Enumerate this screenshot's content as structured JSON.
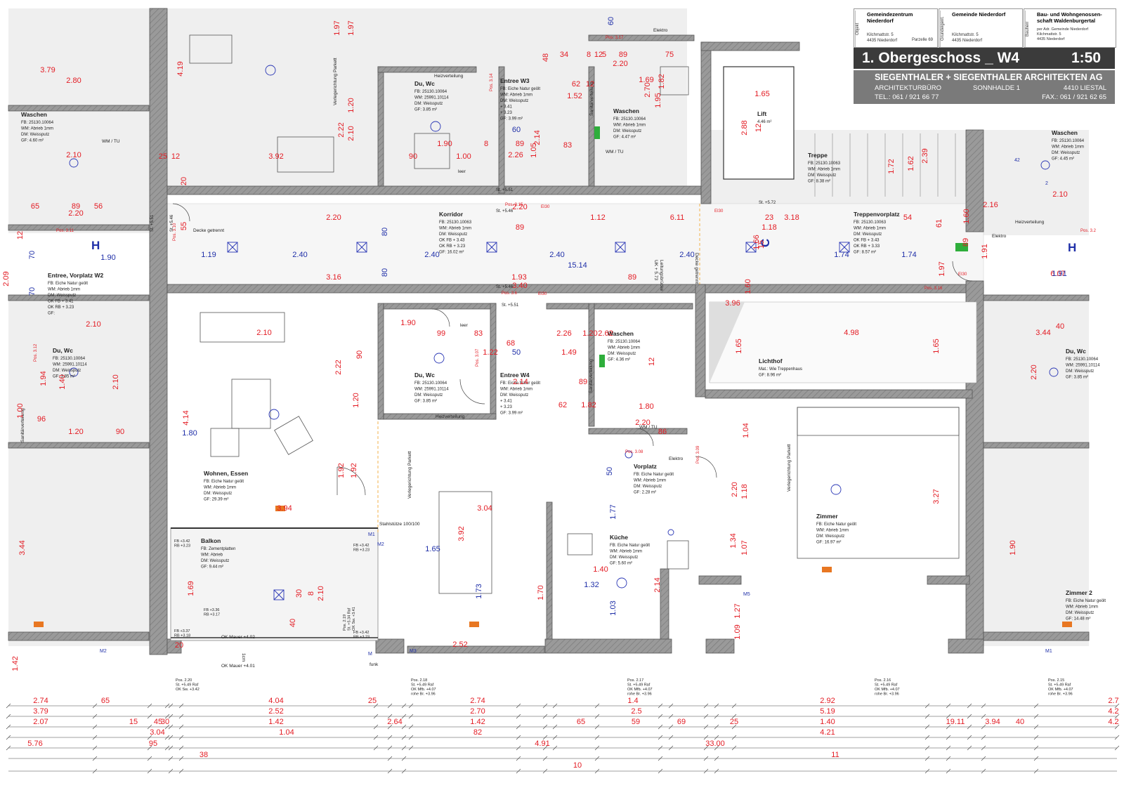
{
  "title_block": {
    "objekt_label": "Objekt",
    "objekt_name": "Gemeindezentrum\nNiederdorf",
    "objekt_address": "Kilchmattstr. 5\n4435 Niederdorf",
    "objekt_parcel": "Parzelle 69",
    "grundeigentuemer_label": "Grundeigent.",
    "grundeigentuemer_name": "Gemeinde Niederdorf",
    "grundeigentuemer_address": "Kilchmattstr. 5\n4435 Niederdorf",
    "bauherr_label": "Bauherr",
    "bauherr_name": "Bau- und Wohngenossen-\nschaft Waldenburgertal",
    "bauherr_address": "per Adr. Gemeinde Niederdorf\nKilchmattstr. 5\n4435 Niederdorf",
    "plan_title": "1. Obergeschoss _ W4",
    "scale": "1:50",
    "firm": "SIEGENTHALER + SIEGENTHALER ARCHITEKTEN AG",
    "firm_type": "ARCHITEKTURBÜRO",
    "firm_street": "SONNHALDE 1",
    "firm_city": "4410 LIESTAL",
    "firm_tel": "TEL.: 061 / 921 66 77",
    "firm_fax": "FAX.: 061 / 921 62 65"
  },
  "rooms": [
    {
      "name": "Wohnen, Essen",
      "fb": "FB:  Eiche Natur geölt",
      "wm": "WM:   Abrieb 1mm",
      "dm": "DM:       Weissputz",
      "gf": "GF:             29.39 m²"
    },
    {
      "name": "Korridor",
      "fb": "FB:   25130.10063",
      "wm": "WM:  Abrieb 1mm",
      "dm": "DM:     Weissputz",
      "ok1": "OK FB + 3.43",
      "ok2": "OK RB + 3.23",
      "gf": "GF:          16.02 m²"
    },
    {
      "name": "Treppenvorplatz",
      "fb": "FB:   25130.10063",
      "wm": "WM:  Abrieb 1mm",
      "dm": "DM:     Weissputz",
      "ok1": "OK FB + 3.43",
      "ok2": "OK RB + 3.33",
      "gf": "GF:          8.57 m²"
    },
    {
      "name": "Du, Wc",
      "fb": "FB:   25130.10064",
      "wm": "WM:  25991.10114",
      "dm": "DM:      Weissputz",
      "gf": "GF:           3.85 m²"
    },
    {
      "name": "Entree W4",
      "fb": "FB: Eiche Natur geölt",
      "wm": "WM:   Abrieb 1mm",
      "dm": "DM:       Weissputz",
      "ok1": "+ 3.41",
      "ok2": "+ 3.23",
      "gf": "GF:         3.99 m²"
    },
    {
      "name": "Waschen",
      "fb": "FB:  25130.10064",
      "wm": "WM: Abrieb 1mm",
      "dm": "DM:    Weissputz",
      "gf": "GF:         4.36 m²"
    },
    {
      "name": "Lichthof",
      "fb": "Mat.: Wie Treppenhaus",
      "gf": "GF:          8.96 m²"
    },
    {
      "name": "Vorplatz",
      "fb": "FB: Eiche Natur geölt",
      "wm": "WM:   Abrieb 1mm",
      "dm": "DM:      Weissputz",
      "gf": "GF:          2.28 m²"
    },
    {
      "name": "Küche",
      "fb": "FB: Eiche Natur geölt",
      "wm": "WM:   Abrieb 1mm",
      "dm": "DM:      Weissputz",
      "gf": "GF:          5.60 m²"
    },
    {
      "name": "Zimmer",
      "fb": "FB: Eiche Natur geölt",
      "wm": "WM:   Abrieb 1mm",
      "dm": "DM:      Weissputz",
      "gf": "GF:           16.97 m²"
    },
    {
      "name": "Balkon",
      "fb": "FB:  Zementplatten",
      "wm": "WM:       Abrieb",
      "dm": "DM:      Weissputz",
      "gf": "GF:         9.44 m²"
    },
    {
      "name": "Lift",
      "gf": "4.46 m²"
    },
    {
      "name": "Treppe",
      "fb": "FB:  25130.10063",
      "wm": "WM: Abrieb 1mm",
      "dm": "DM:    Weissputz",
      "gf": "GF:          8.38 m²"
    },
    {
      "name": "Entree W3",
      "fb": "FB: Eiche Natur geölt",
      "wm": "WM:   Abrieb 1mm",
      "dm": "DM:       Weissputz",
      "ok1": "+ 3.41",
      "ok2": "+ 3.23",
      "gf": "GF:         3.99 m²"
    },
    {
      "name": "Du, Wc",
      "fb": "FB:  25130.10064",
      "wm": "WM: 25991.10114",
      "dm": "DM:     Weissputz",
      "gf": "GF:          3.85 m²"
    },
    {
      "name": "Waschen",
      "fb": "FB:  25130.10064",
      "wm": "WM: Abrieb 1mm",
      "dm": "DM:    Weissputz",
      "gf": "GF:          4.47 m²"
    },
    {
      "name": "Waschen",
      "fb": "FB:  25130.10064",
      "wm": "WM: Abrieb 1mm",
      "dm": "DM:    Weissputz",
      "gf": "GF:          4.60 m²"
    },
    {
      "name": "Entree, Vorplatz W2",
      "fb": "FB:       Eiche Natur geölt",
      "wm": "WM:            Abrieb 1mm",
      "dm": "DM:            Weissputz",
      "ok1": "OK FB + 3.41",
      "ok2": "OK RB + 3.23",
      "gf": "GF:"
    },
    {
      "name": "Du, Wc",
      "fb": "FB:  25130.10064",
      "wm": "WM: 25991.10114",
      "dm": "DM:     Weissputz",
      "gf": "GF:          3.85 m²"
    },
    {
      "name": "Waschen",
      "fb": "FB:  25130.10064",
      "wm": "WM: Abrieb 1mm",
      "dm": "DM:    Weissputz",
      "gf": "GF:        4.45 m²"
    },
    {
      "name": "Du, Wc",
      "fb": "FB:  25130.10064",
      "wm": "WM: 25991.10114",
      "dm": "DM:     Weissputz",
      "gf": "GF:          3.85 m²"
    },
    {
      "name": "Zimmer 2",
      "fb": "FB: Eiche Natur geölt",
      "wm": "WM:   Abrieb 1mm",
      "dm": "DM:      Weissputz",
      "gf": "GF:          14.48 m²"
    }
  ],
  "notes": [
    "Verlegerichtung Parkett",
    "Verlegerichtung Parkett",
    "Verlegerichtung Parkett",
    "Decke getrennt",
    "Decke getrennt",
    "Leitungsbrücke\nUK + 5.73",
    "Stahlstütze 100/100",
    "OK Mauer +4.02",
    "OK Mauer +4.01",
    "Heizverteilung",
    "Heizverteilung",
    "Heizverteilung",
    "Sanitärverteilung",
    "Sanitärverteilung",
    "Sanitärverteilung",
    "Elektro",
    "Elektro",
    "Elektro",
    "WM / TU",
    "WM / TU",
    "WM / TU",
    "leer",
    "leer",
    "funk",
    "1cm"
  ],
  "positions": [
    "Pos. 3.17",
    "Pos. 3.15",
    "Pos. 3.6",
    "Pos. 3.16",
    "Pos. 3.07",
    "Pos. 3.08",
    "Pos. 3.09",
    "Pos. 3.11",
    "Pos. 3.12",
    "Pos. 3.2",
    "Pos. 3.10",
    "Pos. 3.14"
  ],
  "levels": [
    "St. +5.51",
    "St. +5.46",
    "St. +5.46",
    "St. +5.51",
    "St. +5.72",
    "St. +5.51",
    "St. +5.46"
  ],
  "markers": [
    "H",
    "H",
    "C",
    "M1",
    "M2",
    "M3",
    "M5",
    "M2",
    "M1",
    "M",
    "2",
    "42",
    "EI30",
    "EI30",
    "EI30",
    "EI30"
  ],
  "balcony_levels": [
    "FB +3.42\nRB +3.23",
    "FB +3.42\nRB +3.23",
    "FB +3.36\nRB +3.17",
    "FB +3.37\nRB +3.18",
    "FB +3.42\nRB +3.23",
    "Pos. 2.19\nSt. +5.34 Raf\nOK Sw. +3.41"
  ],
  "window_positions": [
    "Pos. 2.20\nSt. +5.49  Raf\nOK Sw. +3.42",
    "Pos. 2.18\nSt. +5.49  Raf\nOK Mfb. +4.07\nrohe Br. +3.96",
    "Pos. 2.17\nSt. +5.49  Raf\nOK Mfb. +4.07\nrohe Br. +3.96",
    "Pos. 2.16\nSt. +5.49  Raf\nOK Mfb. +4.07\nrohe Br. +3.96",
    "Pos. 2.15\nSt. +5.49  Raf\nOK Mfb. +4.07\nrohe Br. +3.96"
  ],
  "dimensions_red": [
    "2.80",
    "3.79",
    "3.92",
    "4.19",
    "2.10",
    "2.20",
    "65",
    "89",
    "56",
    "12",
    "20",
    "55",
    "25",
    "12",
    "1.97",
    "1.97",
    "2.22",
    "2.10",
    "1.20",
    "90",
    "1.00",
    "1.90",
    "8",
    "89",
    "2.26",
    "1.05",
    "2.14",
    "83",
    "12",
    "48",
    "34",
    "8",
    "12",
    "5",
    "89",
    "2.20",
    "75",
    "1.95",
    "1.65",
    "2.70",
    "2.88",
    "12",
    "1.69",
    "1.82",
    "62",
    "1.52",
    "1.72",
    "1.62",
    "2.39",
    "1.18",
    "23",
    "3.18",
    "54",
    "61",
    "1.60",
    "89",
    "1.97",
    "2.10",
    "40",
    "2.16",
    "1.91",
    "6.07",
    "2.20",
    "89",
    "1.93",
    "1.12",
    "6.11",
    "3.16",
    "89",
    "2.20",
    "3.40",
    "1.60",
    "1.66",
    "15",
    "3.96",
    "2.10",
    "90",
    "1.90",
    "99",
    "83",
    "2.26",
    "68",
    "1.22",
    "1.49",
    "2.62",
    "12",
    "1.20",
    "89",
    "2.14",
    "1.82",
    "62",
    "1.80",
    "2.20",
    "86",
    "4.98",
    "1.65",
    "1.65",
    "4.14",
    "2.22",
    "1.20",
    "1.92",
    "1.92",
    "3.94",
    "3.04",
    "3.92",
    "1.70",
    "1.40",
    "2.14",
    "1.04",
    "2.20",
    "1.18",
    "3.27",
    "1.34",
    "1.07",
    "1.27",
    "1.09",
    "3.44",
    "1.20",
    "96",
    "90",
    "2.10",
    "1.94",
    "1.40",
    "2.10",
    "1.00",
    "2.09",
    "3.44",
    "2.20",
    "1.90",
    "1.69",
    "2.10",
    "8",
    "30",
    "40",
    "20",
    "2.52",
    "1.42",
    "2.74",
    "3.79",
    "2.07",
    "4.04",
    "2.52",
    "1.42",
    "2.74",
    "2.70",
    "1.42",
    "2.92",
    "5.19",
    "1.40",
    "4.21",
    "19.11",
    "5.76",
    "38",
    "4.91",
    "33.00",
    "11",
    "10",
    "65",
    "25",
    "15",
    "45",
    "30",
    "95",
    "2.64",
    "65",
    "59",
    "69",
    "25",
    "40",
    "3.94",
    "3.04",
    "1.04",
    "82",
    "2.5",
    "1.4",
    "2.7",
    "4.2",
    "4.2"
  ],
  "dimensions_blue": [
    "2.40",
    "2.40",
    "2.40",
    "2.40",
    "1.19",
    "1.74",
    "1.74",
    "15.14",
    "1.65",
    "1.73",
    "1.77",
    "1.32",
    "1.03",
    "1.90",
    "60",
    "80",
    "80",
    "1.91",
    "50",
    "70",
    "70",
    "1.80",
    "60",
    "50"
  ],
  "colors": {
    "wall": "#8e8e8e",
    "dim_red": "#e31b23",
    "dim_blue": "#1f2fa8",
    "ink": "#222222",
    "axis": "#f0a020",
    "title_dark": "#3b3b3b",
    "title_mid": "#7a7a7a"
  }
}
